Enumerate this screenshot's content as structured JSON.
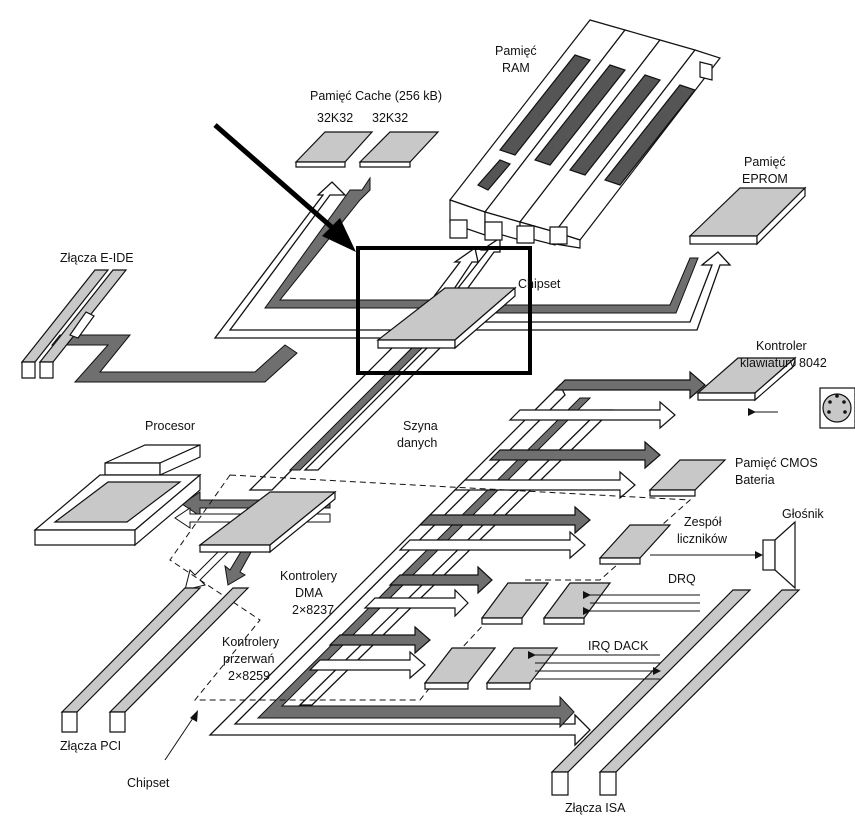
{
  "labels": {
    "ram_line1": "Pamięć",
    "ram_line2": "RAM",
    "cache": "Pamięć Cache (256 kB)",
    "cache_chip1": "32K32",
    "cache_chip2": "32K32",
    "eprom_line1": "Pamięć",
    "eprom_line2": "EPROM",
    "eide": "Złącza E-IDE",
    "chipset_top": "Chipset",
    "keyboard_line1": "Kontroler",
    "keyboard_line2": "klawiatury 8042",
    "processor": "Procesor",
    "data_bus_line1": "Szyna",
    "data_bus_line2": "danych",
    "cmos_line1": "Pamięć CMOS",
    "cmos_line2": "Bateria",
    "timers_line1": "Zespół",
    "timers_line2": "liczników",
    "speaker": "Głośnik",
    "dma_line1": "Kontrolery",
    "dma_line2": "DMA",
    "dma_line3": "2×8237",
    "drq": "DRQ",
    "irq_line1": "Kontrolery",
    "irq_line2": "przerwań",
    "irq_line3": "2×8259",
    "irq_dack": "IRQ DACK",
    "pci": "Złącza PCI",
    "chipset_bottom": "Chipset",
    "isa": "Złącza ISA"
  },
  "colors": {
    "chip_fill": "#c8c8c8",
    "bus_dark": "#6f6f6f",
    "outline": "#111111",
    "highlight_box": "#000000"
  }
}
